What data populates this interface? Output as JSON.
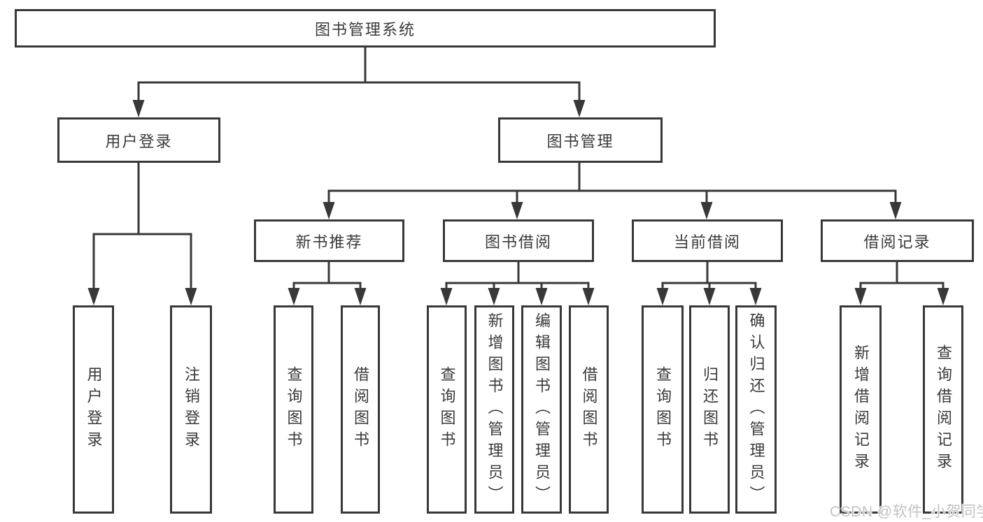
{
  "diagram": {
    "root": {
      "label": "图书管理系统"
    },
    "level1": [
      {
        "label": "用户登录"
      },
      {
        "label": "图书管理"
      }
    ],
    "level2": [
      {
        "label": "新书推荐"
      },
      {
        "label": "图书借阅"
      },
      {
        "label": "当前借阅"
      },
      {
        "label": "借阅记录"
      }
    ],
    "leaves": [
      {
        "label": "用户登录"
      },
      {
        "label": "注销登录"
      },
      {
        "label": "查询图书"
      },
      {
        "label": "借阅图书"
      },
      {
        "label": "查询图书"
      },
      {
        "label": "新增图书（管理员）"
      },
      {
        "label": "编辑图书（管理员）"
      },
      {
        "label": "借阅图书"
      },
      {
        "label": "查询图书"
      },
      {
        "label": "归还图书"
      },
      {
        "label": "确认归还（管理员）"
      },
      {
        "label": "新增借阅记录"
      },
      {
        "label": "查询借阅记录"
      }
    ]
  },
  "watermark": {
    "text": "CSDN @软件_小贺同学"
  },
  "colors": {
    "line": "#383838",
    "text": "#3a3a3a",
    "box_background": "#ffffff",
    "watermark": "#c2c2c2",
    "page_background": "#ffffff"
  }
}
